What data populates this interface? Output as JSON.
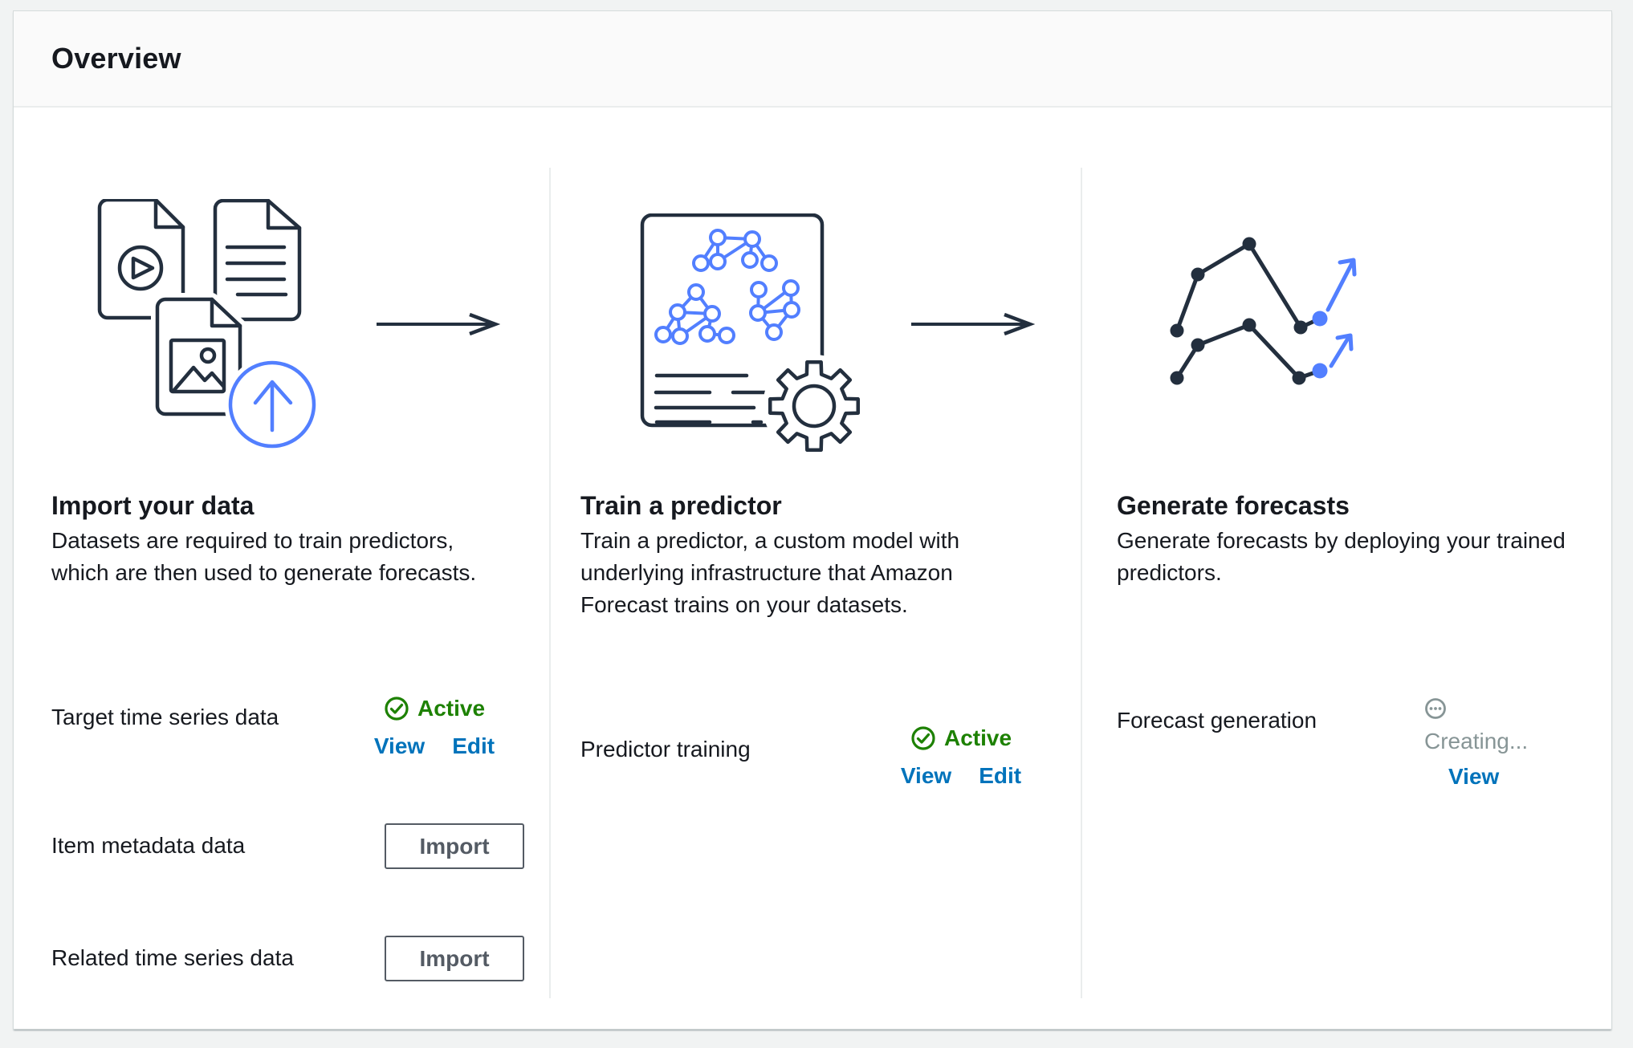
{
  "title": "Overview",
  "columns": [
    {
      "heading": "Import your data",
      "description_lines": [
        "Datasets are required to train predictors,",
        "which are then used to generate forecasts."
      ],
      "rows": [
        {
          "label": "Target time series data",
          "status": "Active",
          "links": {
            "view": "View",
            "edit": "Edit"
          }
        },
        {
          "label": "Item metadata data",
          "button": "Import"
        },
        {
          "label": "Related time series data",
          "button": "Import"
        }
      ]
    },
    {
      "heading": "Train a predictor",
      "description_lines": [
        "Train a predictor, a custom model with",
        "underlying infrastructure that Amazon",
        "Forecast trains on your datasets."
      ],
      "rows": [
        {
          "label": "Predictor training",
          "status": "Active",
          "links": {
            "view": "View",
            "edit": "Edit"
          }
        }
      ]
    },
    {
      "heading": "Generate forecasts",
      "description_lines": [
        "Generate forecasts by deploying your trained",
        "predictors."
      ],
      "rows": [
        {
          "label": "Forecast generation",
          "status": "Creating...",
          "links": {
            "view": "View"
          }
        }
      ]
    }
  ],
  "colors": {
    "accent_blue": "#527fff",
    "link_blue": "#0073bb",
    "success_green": "#1d8102",
    "pending_gray": "#879596",
    "icon_dark": "#232f3e",
    "text_ink": "#16191f"
  }
}
